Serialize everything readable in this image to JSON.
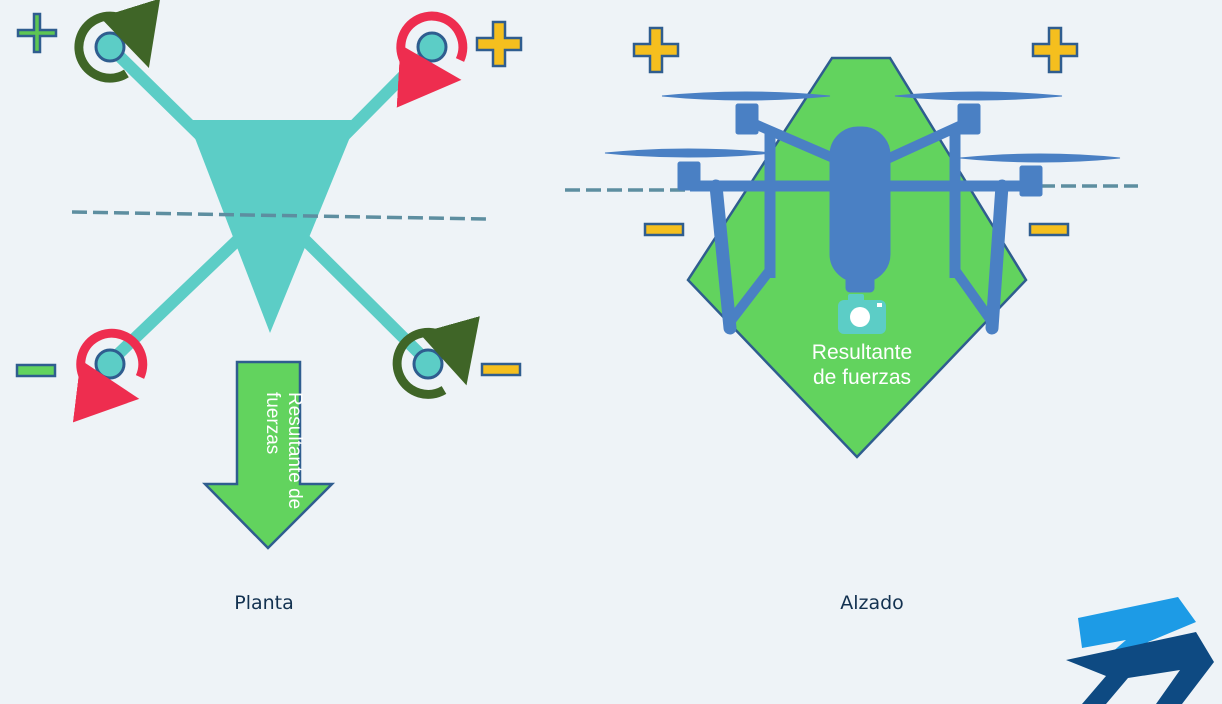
{
  "plan_view": {
    "caption": "Planta",
    "resultant_label_line1": "Resultante de",
    "resultant_label_line2": "fuerzas"
  },
  "elevation_view": {
    "caption": "Alzado",
    "resultant_label_line1": "Resultante",
    "resultant_label_line2": "de fuerzas"
  },
  "colors": {
    "background": "#eef3f7",
    "arm": "#5ccdc6",
    "arrow_green": "#62d35e",
    "plus_green": "#5ec653",
    "plus_yellow": "#f5bf1e",
    "minus_green": "#62d35e",
    "minus_yellow": "#f5bf1e",
    "rotation_dark_green": "#3f6527",
    "rotation_red": "#ee2d4f",
    "drone_blue": "#4a80c4",
    "camera": "#5ccdc6",
    "dashed_line": "#5d8ea0",
    "logo_light": "#1d9be6",
    "logo_dark": "#0e4a82"
  }
}
